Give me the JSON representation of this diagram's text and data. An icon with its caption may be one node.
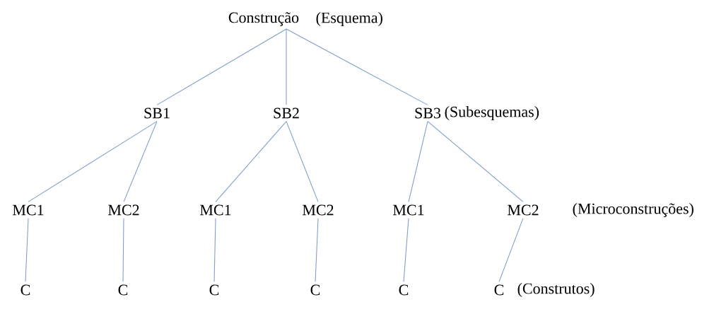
{
  "diagram": {
    "nodes": [
      {
        "text": [
          "Construção"
        ],
        "beside": [
          "(Esquema)"
        ]
      },
      {
        "text": [
          "SB1"
        ]
      },
      {
        "text": [
          "SB2"
        ]
      },
      {
        "text": [
          "SB3"
        ],
        "beside": [
          "(Subesquemas)"
        ]
      },
      {
        "text": [
          "MC1"
        ]
      },
      {
        "text": [
          "MC2"
        ]
      },
      {
        "text": [
          "MC1"
        ]
      },
      {
        "text": [
          "MC2"
        ]
      },
      {
        "text": [
          "MC1"
        ]
      },
      {
        "text": [
          "MC2"
        ],
        "beside": [
          "(Microconstruções)"
        ]
      },
      {
        "text": [
          "C"
        ]
      },
      {
        "text": [
          "C"
        ]
      },
      {
        "text": [
          "C"
        ]
      },
      {
        "text": [
          "C"
        ]
      },
      {
        "text": [
          "C"
        ]
      },
      {
        "text": [
          "C"
        ],
        "beside": [
          "(Construtos)"
        ]
      }
    ],
    "edges": [
      {
        "from": 0,
        "to": 1,
        "arrow": "none"
      },
      {
        "from": 0,
        "to": 2,
        "arrow": "none"
      },
      {
        "from": 0,
        "to": 3,
        "arrow": "none"
      },
      {
        "from": 1,
        "to": 4,
        "arrow": "none"
      },
      {
        "from": 1,
        "to": 5,
        "arrow": "none"
      },
      {
        "from": 2,
        "to": 6,
        "arrow": "none"
      },
      {
        "from": 2,
        "to": 7,
        "arrow": "none"
      },
      {
        "from": 3,
        "to": 8,
        "arrow": "none"
      },
      {
        "from": 3,
        "to": 9,
        "arrow": "none"
      },
      {
        "from": 4,
        "to": 10,
        "arrow": "none"
      },
      {
        "from": 5,
        "to": 11,
        "arrow": "none"
      },
      {
        "from": 6,
        "to": 12,
        "arrow": "none"
      },
      {
        "from": 7,
        "to": 13,
        "arrow": "none"
      },
      {
        "from": 8,
        "to": 14,
        "arrow": "none"
      },
      {
        "from": 9,
        "to": 15,
        "arrow": "none"
      }
    ]
  }
}
